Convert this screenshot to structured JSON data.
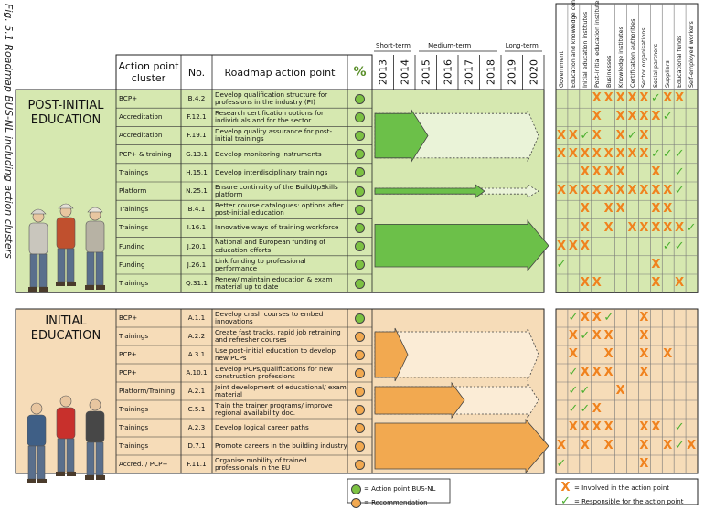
{
  "caption": "Fig. 5.1 Roadmap BUS-NL including action clusters",
  "headers": {
    "cluster": "Action point cluster",
    "no": "No.",
    "action": "Roadmap action point",
    "pct": "%"
  },
  "terms": {
    "short": "Short-term",
    "medium": "Medium-term",
    "long": "Long-term"
  },
  "years": [
    "2013",
    "2014",
    "2015",
    "2016",
    "2017",
    "2018",
    "2019",
    "2020"
  ],
  "stakeholders": [
    "Government",
    "Education and knowledge centres",
    "Initial education institutes",
    "Post-initial education institutes",
    "Businesses",
    "Knowledge institutes",
    "Certification authorities",
    "Sector organisations",
    "Social partners",
    "Suppliers",
    "Educational funds",
    "Self-employed workers"
  ],
  "sections": [
    {
      "title_line1": "POST-INITIAL",
      "title_line2": "EDUCATION",
      "rows": [
        {
          "cluster": "BCP+",
          "no": "B.4.2",
          "action": "Develop qualification structure for professions in the industry (PI)",
          "type": "green"
        },
        {
          "cluster": "Accreditation",
          "no": "F.12.1",
          "action": "Research certification options for individuals and for the sector",
          "type": "green"
        },
        {
          "cluster": "Accreditation",
          "no": "F.19.1",
          "action": "Develop quality assurance for post-initial trainings",
          "type": "green"
        },
        {
          "cluster": "PCP+ & training",
          "no": "G.13.1",
          "action": "Develop monitoring instruments",
          "type": "green"
        },
        {
          "cluster": "Trainings",
          "no": "H.15.1",
          "action": "Develop interdisciplinary trainings",
          "type": "green"
        },
        {
          "cluster": "Platform",
          "no": "N.25.1",
          "action": "Ensure continuity of the BuildUpSkills platform",
          "type": "green"
        },
        {
          "cluster": "Trainings",
          "no": "B.4.1",
          "action": "Better course catalogues: options after post-initial education",
          "type": "green"
        },
        {
          "cluster": "Trainings",
          "no": "I.16.1",
          "action": "Innovative ways of training workforce",
          "type": "green"
        },
        {
          "cluster": "Funding",
          "no": "J.20.1",
          "action": "National and European funding of education efforts",
          "type": "green"
        },
        {
          "cluster": "Funding",
          "no": "J.26.1",
          "action": "Link funding to professional performance",
          "type": "green"
        },
        {
          "cluster": "Trainings",
          "no": "Q.31.1",
          "action": "Renew/ maintain education & exam material up to date",
          "type": "green"
        }
      ],
      "marks": [
        "...xxxxxvxx.",
        "...x.xxxxv..",
        "xxvx.xvx....",
        "xxxxxxxxvvv.",
        "..xxxx..x.v.",
        "xxxxxxxxxxv.",
        "..x.xx..xx..",
        "..x.x.xxxxxv",
        "xxx......vv.",
        "v.......x...",
        "..xx....x.x."
      ]
    },
    {
      "title_line1": "INITIAL",
      "title_line2": "EDUCATION",
      "rows": [
        {
          "cluster": "BCP+",
          "no": "A.1.1",
          "action": "Develop crash courses to embed innovations",
          "type": "green"
        },
        {
          "cluster": "Trainings",
          "no": "A.2.2",
          "action": "Create fast tracks, rapid job retraining and refresher courses",
          "type": "orange"
        },
        {
          "cluster": "PCP+",
          "no": "A.3.1",
          "action": "Use post-initial education to develop new PCPs",
          "type": "orange"
        },
        {
          "cluster": "PCP+",
          "no": "A.10.1",
          "action": "Develop PCPs/qualifications for new construction professions",
          "type": "orange"
        },
        {
          "cluster": "Platform/Training",
          "no": "A.2.1",
          "action": "Joint development of educational/ exam material",
          "type": "orange"
        },
        {
          "cluster": "Trainings",
          "no": "C.5.1",
          "action": "Train the trainer programs/ improve regional availability doc.",
          "type": "orange"
        },
        {
          "cluster": "Trainings",
          "no": "A.2.3",
          "action": "Develop logical career paths",
          "type": "orange"
        },
        {
          "cluster": "Trainings",
          "no": "D.7.1",
          "action": "Promote careers in the building industry",
          "type": "orange"
        },
        {
          "cluster": "Accred. / PCP+",
          "no": "F.11.1",
          "action": "Organise mobility of trained professionals in the EU",
          "type": "orange"
        }
      ],
      "marks": [
        ".vxxv..x....",
        ".xvxx..x....",
        ".x..x..x.x..",
        ".vxxx..x....",
        ".vv..x......",
        ".vvx........",
        ".xxxx..xx.v.",
        "x.x.x..x.xvx",
        "v......x...."
      ]
    }
  ],
  "legend": {
    "green": "= Action point BUS-NL",
    "orange": "= Recommendation",
    "involved": "= Involved in the action point",
    "responsible": "= Responsible for the action point",
    "x_symbol": "X",
    "check_symbol": "✓"
  },
  "colors": {
    "green_bg": "#d6e8b0",
    "green_arrow": "#6cc049",
    "orange_bg": "#f6dcb8",
    "orange_arrow": "#f2a950",
    "x_color": "#f0821e",
    "check_color": "#4caf30"
  }
}
